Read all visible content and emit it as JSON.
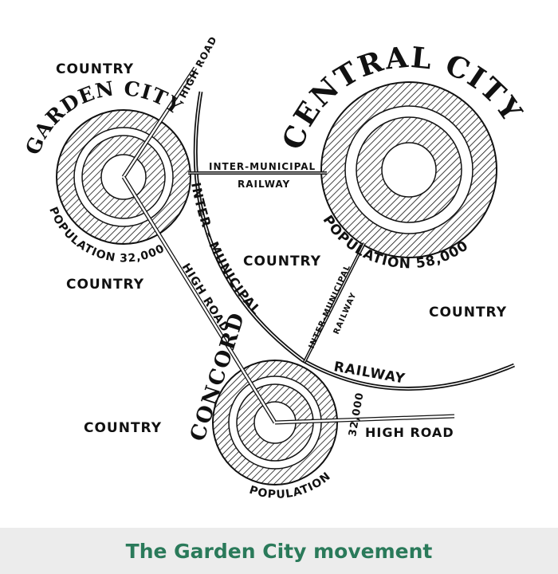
{
  "diagram": {
    "cities": {
      "garden": {
        "name": "GARDEN CITY",
        "population": "POPULATION 32,000"
      },
      "central": {
        "name": "CENTRAL CITY",
        "population": "POPULATION 58,000"
      },
      "concord": {
        "name": "CONCORD",
        "population_label": "POPULATION",
        "population_value": "32,000"
      }
    },
    "labels": {
      "country_top_left": "COUNTRY",
      "country_left": "COUNTRY",
      "country_center": "COUNTRY",
      "country_right": "COUNTRY",
      "country_bottom_left": "COUNTRY",
      "high_road_top": "HIGH ROAD",
      "high_road_diag": "HIGH ROAD",
      "high_road_bottom": "HIGH ROAD",
      "railway_top_line1": "INTER-MUNICIPAL",
      "railway_top_line2": "RAILWAY",
      "railway_arc": "INTER - MUNICIPAL",
      "railway_arc_end": "RAILWAY",
      "railway_right_line1": "INTER-MUNICIPAL",
      "railway_right_line2": "RAILWAY"
    },
    "colors": {
      "ink": "#111111"
    }
  },
  "caption": {
    "text": "The Garden City movement",
    "color": "#2a7a5a",
    "background": "#ececec"
  }
}
